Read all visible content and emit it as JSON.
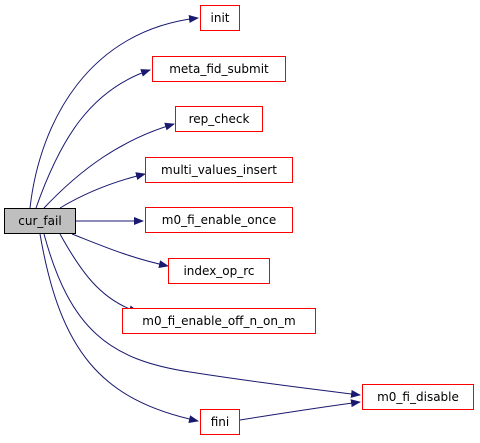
{
  "graph": {
    "root": {
      "id": "cur_fail",
      "label": "cur_fail"
    },
    "nodes": [
      {
        "id": "init",
        "label": "init"
      },
      {
        "id": "meta_fid_submit",
        "label": "meta_fid_submit"
      },
      {
        "id": "rep_check",
        "label": "rep_check"
      },
      {
        "id": "multi_values_insert",
        "label": "multi_values_insert"
      },
      {
        "id": "m0_fi_enable_once",
        "label": "m0_fi_enable_once"
      },
      {
        "id": "index_op_rc",
        "label": "index_op_rc"
      },
      {
        "id": "m0_fi_enable_off_n_on_m",
        "label": "m0_fi_enable_off_n_on_m"
      },
      {
        "id": "m0_fi_disable",
        "label": "m0_fi_disable"
      },
      {
        "id": "fini",
        "label": "fini"
      }
    ],
    "edges": [
      {
        "from": "cur_fail",
        "to": "init"
      },
      {
        "from": "cur_fail",
        "to": "meta_fid_submit"
      },
      {
        "from": "cur_fail",
        "to": "rep_check"
      },
      {
        "from": "cur_fail",
        "to": "multi_values_insert"
      },
      {
        "from": "cur_fail",
        "to": "m0_fi_enable_once"
      },
      {
        "from": "cur_fail",
        "to": "index_op_rc"
      },
      {
        "from": "cur_fail",
        "to": "m0_fi_enable_off_n_on_m"
      },
      {
        "from": "cur_fail",
        "to": "m0_fi_disable"
      },
      {
        "from": "cur_fail",
        "to": "fini"
      },
      {
        "from": "fini",
        "to": "m0_fi_disable"
      }
    ]
  },
  "colors": {
    "edge": "#191970",
    "node_border": "#ff0000",
    "root_fill": "#bfbfbf",
    "root_border": "#000000"
  }
}
